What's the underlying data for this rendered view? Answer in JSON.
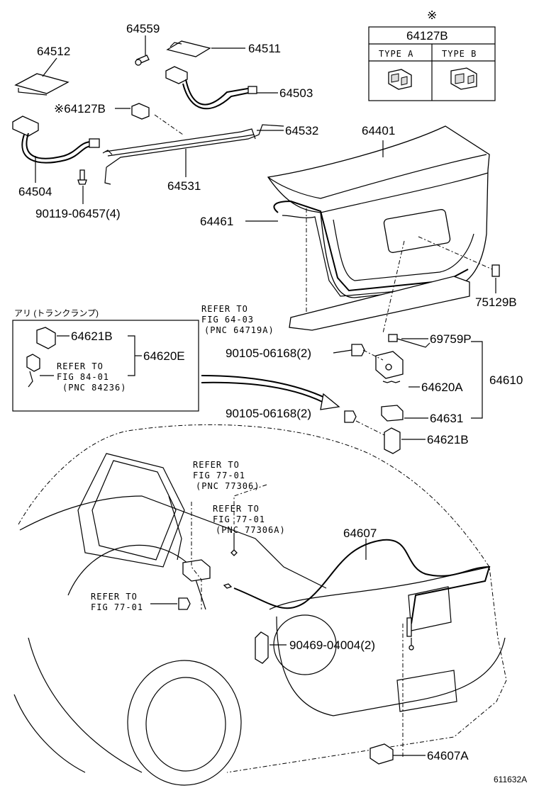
{
  "parts": {
    "p64559": "64559",
    "p64512": "64512",
    "p64511": "64511",
    "p64503": "64503",
    "p64127b_left": "※64127B",
    "p64532": "64532",
    "p64401": "64401",
    "p64504": "64504",
    "p64531": "64531",
    "p90119": "90119-06457(4)",
    "p64461": "64461",
    "p75129b": "75129B",
    "p64621b_box": "64621B",
    "p64620e": "64620E",
    "p69759p": "69759P",
    "p90105_a": "90105-06168(2)",
    "p64620a": "64620A",
    "p64610": "64610",
    "p90105_b": "90105-06168(2)",
    "p64631": "64631",
    "p64621b": "64621B",
    "p64607": "64607",
    "p90469": "90469-04004(2)",
    "p64607a": "64607A"
  },
  "table": {
    "mark": "※",
    "title": "64127B",
    "type_a": "TYPE A",
    "type_b": "TYPE B"
  },
  "inset": {
    "heading": "アリ (トランクランプ)",
    "ref1": "REFER TO",
    "ref2": "FIG 84-01",
    "ref3": "(PNC 84236)"
  },
  "refs": {
    "r1_1": "REFER TO",
    "r1_2": "FIG 64-03",
    "r1_3": "(PNC 64719A)",
    "r2_1": "REFER TO",
    "r2_2": "FIG 77-01",
    "r2_3": "(PNC 77306)",
    "r3_1": "REFER TO",
    "r3_2": "FIG 77-01",
    "r3_3": "(PNC 77306A)",
    "r4_1": "REFER TO",
    "r4_2": "FIG 77-01"
  },
  "figure_id": "611632A"
}
